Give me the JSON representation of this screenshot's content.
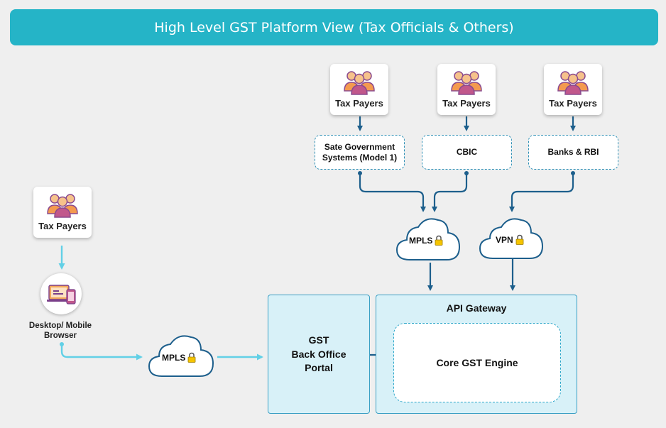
{
  "title": "High Level GST Platform View (Tax Officials & Others)",
  "taxpayer_label": "Tax Payers",
  "left_device_label_line1": "Desktop/ Mobile",
  "left_device_label_line2": "Browser",
  "systems": {
    "state_line1": "Sate Government",
    "state_line2": "Systems (Model 1)",
    "cbic": "CBIC",
    "banks": "Banks & RBI"
  },
  "clouds": {
    "mpls_top": "MPLS",
    "vpn": "VPN",
    "mpls_bottom": "MPLS"
  },
  "gst_portal_line1": "GST",
  "gst_portal_line2": "Back Office",
  "gst_portal_line3": "Portal",
  "api_gateway": "API Gateway",
  "core_engine": "Core GST Engine",
  "colors": {
    "banner": "#25b4c7",
    "dark_arrow": "#1d5f8c",
    "light_arrow": "#62d0e6",
    "panel_fill": "#d8f1f8"
  },
  "icons": [
    "people-group-icon",
    "lock-icon",
    "devices-icon",
    "cloud-icon"
  ]
}
